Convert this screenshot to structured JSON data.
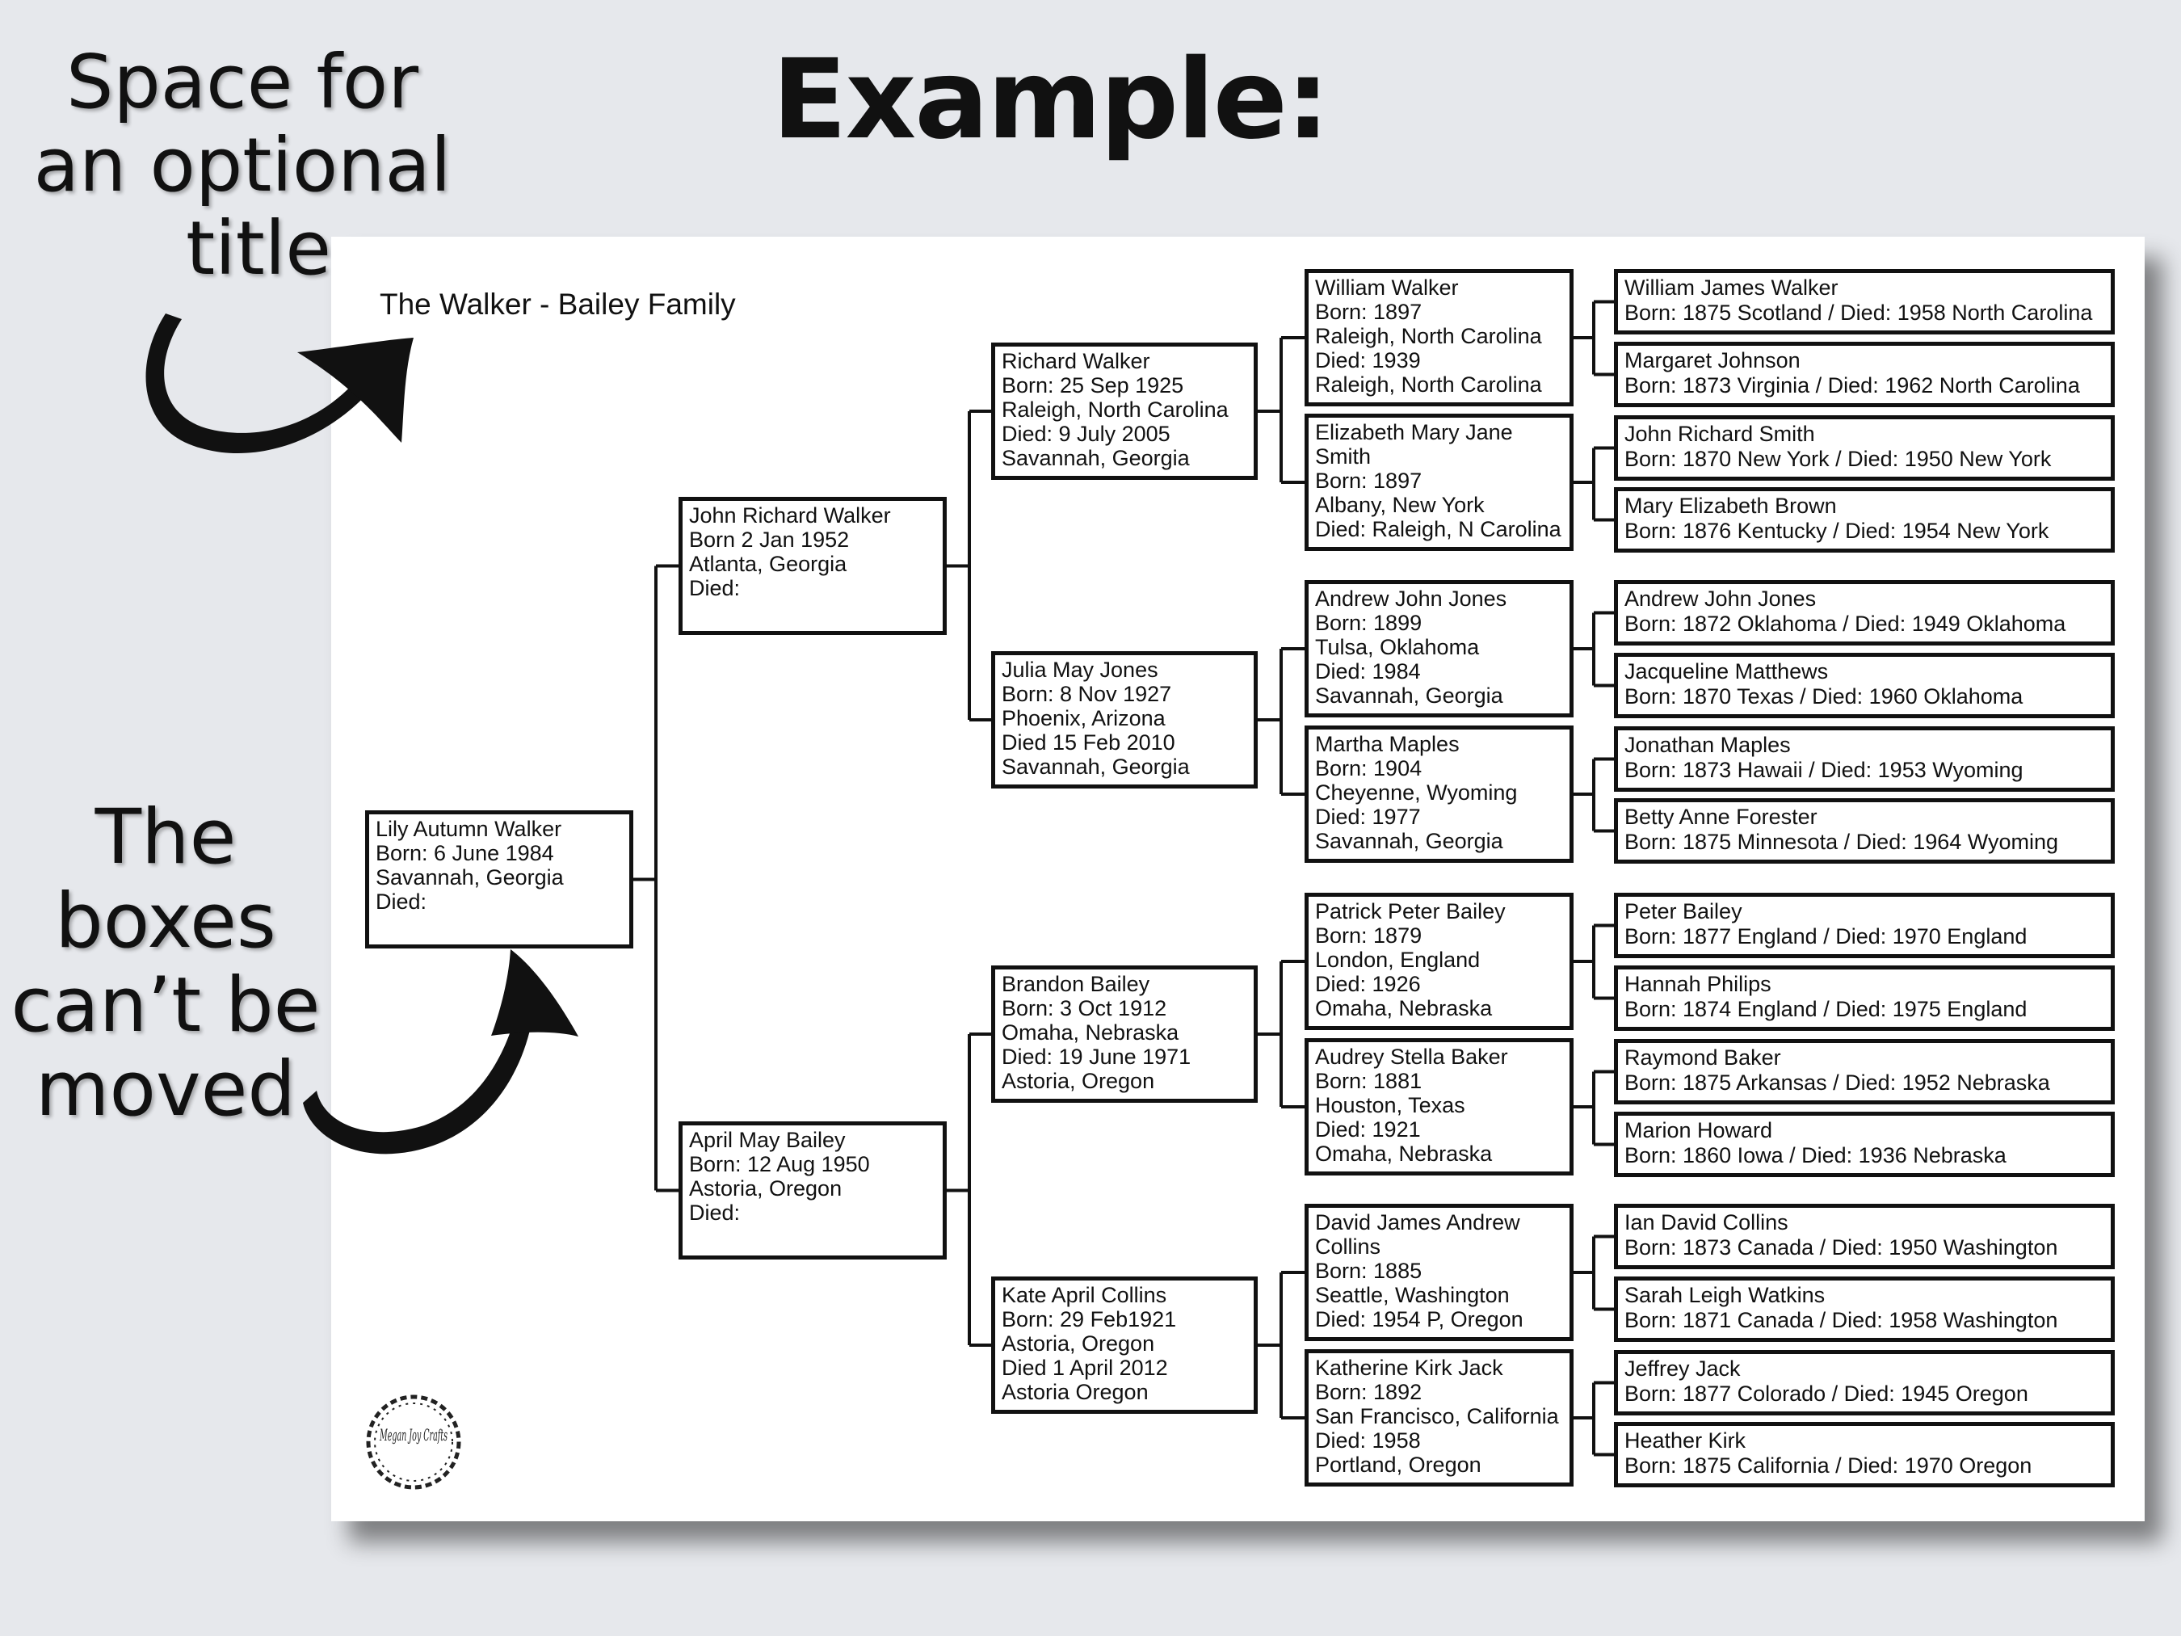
{
  "heading": "Example:",
  "annotations": {
    "title_note": [
      "Space for",
      "an optional",
      "title"
    ],
    "boxes_note": [
      "The",
      "boxes",
      "can’t be",
      "moved"
    ]
  },
  "chart": {
    "family_title": "The Walker - Bailey Family",
    "logo": {
      "text": "Megan Joy Crafts",
      "icon": "laurel-wreath-logo"
    },
    "gen1": [
      {
        "lines": [
          "Lily Autumn Walker",
          "Born: 6 June 1984",
          "Savannah, Georgia",
          "Died:"
        ]
      }
    ],
    "gen2": [
      {
        "lines": [
          "John Richard Walker",
          "Born 2 Jan 1952",
          "Atlanta, Georgia",
          "Died:"
        ]
      },
      {
        "lines": [
          "April May Bailey",
          "Born: 12 Aug 1950",
          "Astoria, Oregon",
          "Died:"
        ]
      }
    ],
    "gen3": [
      {
        "lines": [
          "Richard Walker",
          "Born: 25 Sep 1925",
          "Raleigh, North Carolina",
          "Died: 9 July 2005",
          "Savannah, Georgia"
        ]
      },
      {
        "lines": [
          "Julia May Jones",
          "Born: 8 Nov 1927",
          "Phoenix, Arizona",
          "Died 15 Feb 2010",
          "Savannah, Georgia"
        ]
      },
      {
        "lines": [
          "Brandon Bailey",
          "Born: 3 Oct 1912",
          "Omaha, Nebraska",
          "Died: 19 June 1971",
          "Astoria, Oregon"
        ]
      },
      {
        "lines": [
          "Kate April Collins",
          "Born: 29 Feb1921",
          "Astoria, Oregon",
          "Died 1 April 2012",
          "Astoria Oregon"
        ]
      }
    ],
    "gen4": [
      {
        "lines": [
          "William Walker",
          "Born: 1897",
          "Raleigh, North Carolina",
          "Died: 1939",
          "Raleigh, North Carolina"
        ]
      },
      {
        "lines": [
          "Elizabeth Mary Jane",
          "Smith",
          "Born: 1897",
          "Albany, New York",
          "Died: Raleigh, N Carolina"
        ]
      },
      {
        "lines": [
          "Andrew John Jones",
          "Born: 1899",
          "Tulsa, Oklahoma",
          "Died: 1984",
          "Savannah, Georgia"
        ]
      },
      {
        "lines": [
          "Martha Maples",
          "Born: 1904",
          "Cheyenne, Wyoming",
          "Died: 1977",
          "Savannah, Georgia"
        ]
      },
      {
        "lines": [
          "Patrick Peter Bailey",
          "Born: 1879",
          "London, England",
          "Died: 1926",
          "Omaha, Nebraska"
        ]
      },
      {
        "lines": [
          "Audrey Stella Baker",
          "Born: 1881",
          "Houston, Texas",
          "Died: 1921",
          "Omaha, Nebraska"
        ]
      },
      {
        "lines": [
          "David James Andrew",
          "Collins",
          "Born: 1885",
          "Seattle, Washington",
          "Died: 1954 P, Oregon"
        ]
      },
      {
        "lines": [
          "Katherine Kirk Jack",
          "Born: 1892",
          "San Francisco, California",
          "Died: 1958",
          "Portland, Oregon"
        ]
      }
    ],
    "gen5": [
      {
        "lines": [
          "William James Walker",
          "Born: 1875 Scotland / Died: 1958 North Carolina"
        ]
      },
      {
        "lines": [
          "Margaret Johnson",
          "Born: 1873 Virginia / Died: 1962 North Carolina"
        ]
      },
      {
        "lines": [
          "John Richard Smith",
          "Born: 1870 New York / Died: 1950 New York"
        ]
      },
      {
        "lines": [
          "Mary Elizabeth Brown",
          "Born: 1876 Kentucky / Died: 1954 New York"
        ]
      },
      {
        "lines": [
          "Andrew John Jones",
          "Born: 1872 Oklahoma / Died: 1949 Oklahoma"
        ]
      },
      {
        "lines": [
          "Jacqueline Matthews",
          "Born: 1870  Texas / Died: 1960 Oklahoma"
        ]
      },
      {
        "lines": [
          "Jonathan Maples",
          "Born: 1873 Hawaii / Died: 1953 Wyoming"
        ]
      },
      {
        "lines": [
          "Betty Anne Forester",
          "Born: 1875 Minnesota / Died: 1964 Wyoming"
        ]
      },
      {
        "lines": [
          "Peter Bailey",
          "Born: 1877  England / Died: 1970 England"
        ]
      },
      {
        "lines": [
          "Hannah Philips",
          "Born: 1874  England / Died: 1975 England"
        ]
      },
      {
        "lines": [
          "Raymond Baker",
          "Born: 1875 Arkansas / Died: 1952 Nebraska"
        ]
      },
      {
        "lines": [
          "Marion Howard",
          "Born: 1860 Iowa / Died: 1936 Nebraska"
        ]
      },
      {
        "lines": [
          "Ian David Collins",
          "Born: 1873  Canada / Died: 1950 Washington"
        ]
      },
      {
        "lines": [
          "Sarah Leigh Watkins",
          "Born: 1871  Canada / Died: 1958 Washington"
        ]
      },
      {
        "lines": [
          "Jeffrey Jack",
          "Born: 1877  Colorado / Died: 1945 Oregon"
        ]
      },
      {
        "lines": [
          "Heather Kirk",
          "Born: 1875  California / Died: 1970 Oregon"
        ]
      }
    ]
  }
}
